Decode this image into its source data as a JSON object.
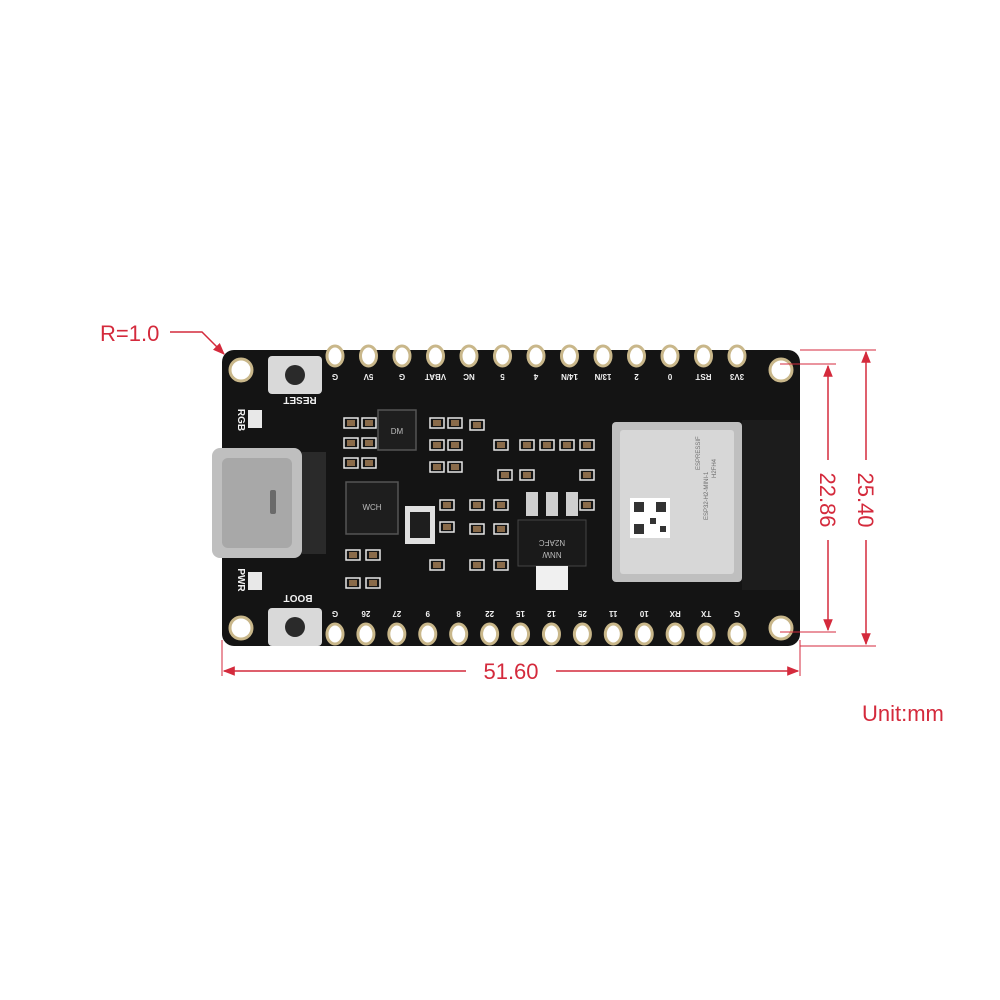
{
  "annotations": {
    "corner_radius": "R=1.0",
    "width": "51.60",
    "height_inner": "22.86",
    "height_outer": "25.40",
    "unit": "Unit:mm"
  },
  "board": {
    "top_pins": [
      "G",
      "5V",
      "G",
      "VBAT",
      "NC",
      "5",
      "4",
      "14/N",
      "13/N",
      "2",
      "0",
      "RST",
      "3V3"
    ],
    "bottom_pins": [
      "G",
      "26",
      "27",
      "9",
      "8",
      "22",
      "15",
      "12",
      "25",
      "11",
      "10",
      "RX",
      "TX",
      "G"
    ],
    "labels": {
      "reset": "RESET",
      "boot": "BOOT",
      "rgb": "RGB",
      "pwr": "PWR",
      "regulator": "NNW\nN2AFC"
    },
    "module_text": [
      "ESPRESSIF",
      "ESP32-H2-MINI-1",
      "H2FH4"
    ]
  },
  "colors": {
    "dimension": "#d42a3c",
    "pcb": "#141414",
    "silkscreen": "#f2f2f2",
    "pad_gold": "#c9b78a"
  }
}
